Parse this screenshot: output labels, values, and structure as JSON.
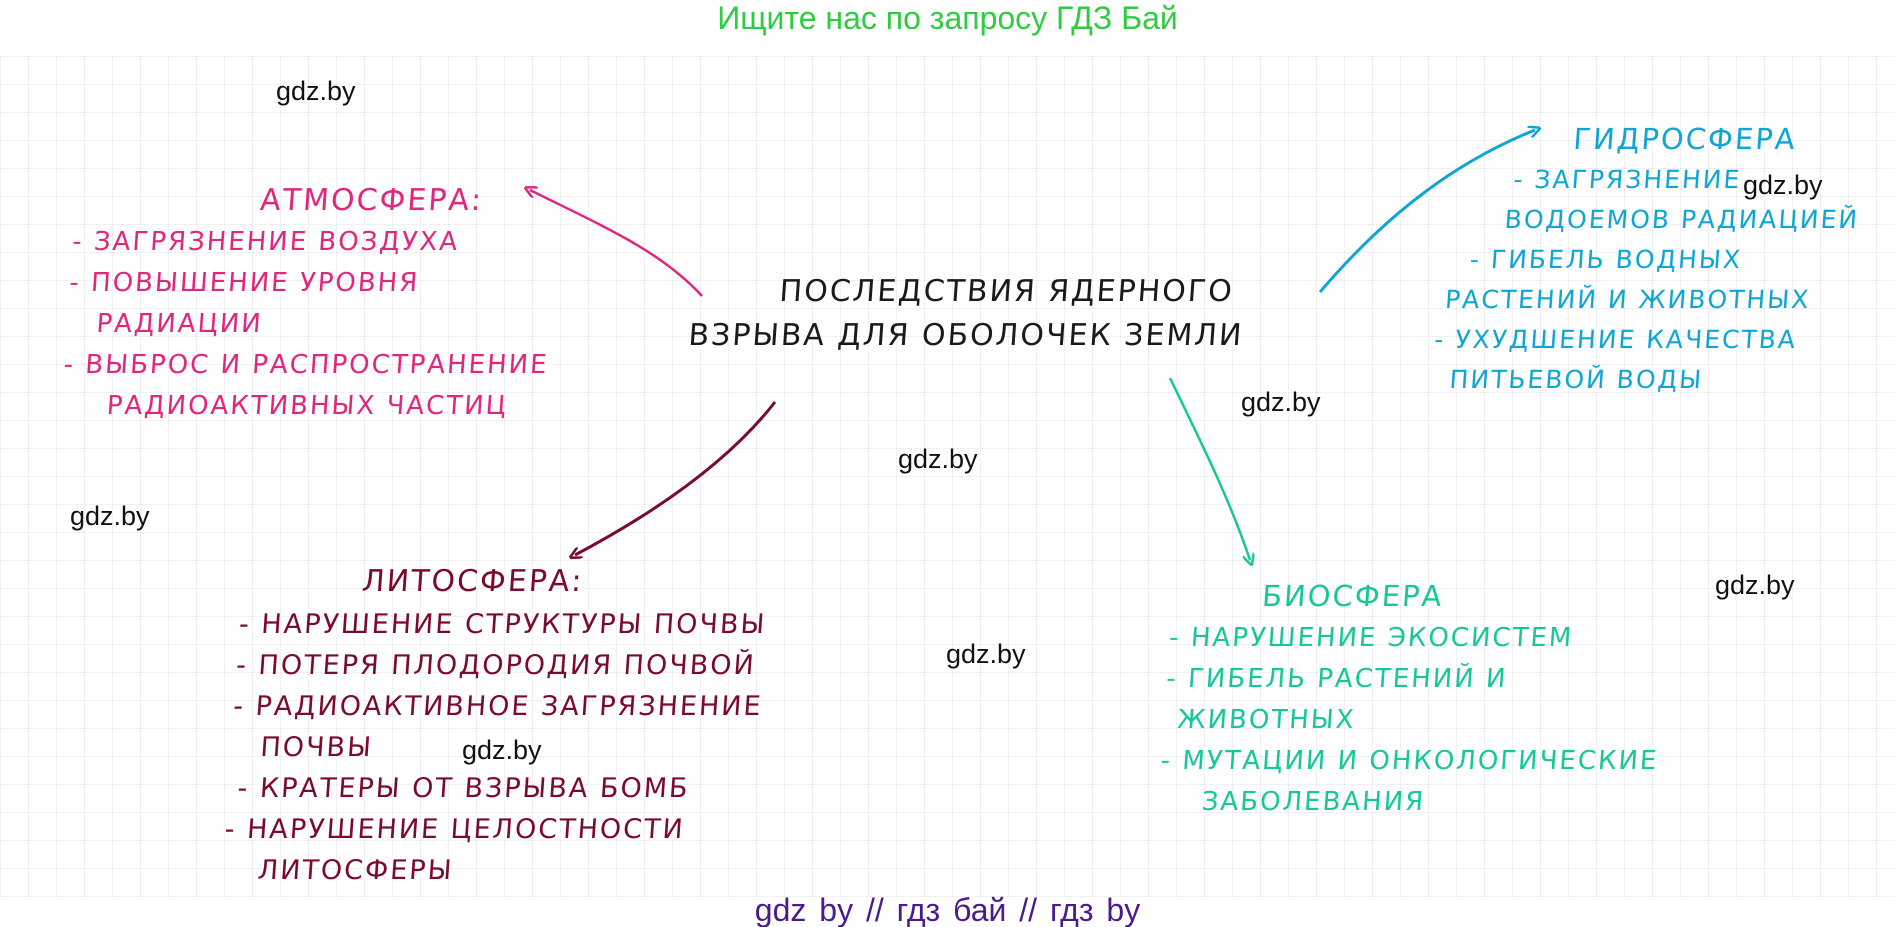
{
  "header": {
    "text": "Ищите нас по запросу ГДЗ Бай",
    "color": "#2ecc40"
  },
  "footer": {
    "text": "gdz by  //  гдз бай  //  гдз by",
    "color": "#4b1a8c"
  },
  "watermark": "gdz.by",
  "center": {
    "lines": [
      "Последствия ядерного",
      "взрыва   для   оболочек  земли"
    ]
  },
  "atmosphere": {
    "color": "#e0267d",
    "heading": "Атмосфера:",
    "items": [
      "- загрязнение  воздуха",
      "- повышение  уровня",
      "радиации",
      "- выброс  и  распространение",
      "радиоактивных  частиц"
    ]
  },
  "hydrosphere": {
    "color": "#0fa6d6",
    "heading": "Гидросфера",
    "items": [
      "- загрязнение",
      "водоемов  радиацией",
      "- гибель  водных",
      "растений  и  животных",
      "- ухудшение  качества",
      "питьевой  воды"
    ]
  },
  "lithosphere": {
    "color": "#7a0b2a",
    "heading": "Литосфера:",
    "items": [
      "- нарушение  структуры  почвы",
      "- потеря  плодородия  почвой",
      "- радиоактивное  загрязнение",
      "почвы",
      "- кратеры  от  взрыва  бомб",
      "- нарушение  целостности",
      "литосферы"
    ]
  },
  "biosphere": {
    "color": "#17c79a",
    "heading": "Биосфера",
    "items": [
      "- нарушение  экосистем",
      "- гибель  растений  и",
      "животных",
      "- мутации  и  онкологические",
      "заболевания"
    ]
  }
}
